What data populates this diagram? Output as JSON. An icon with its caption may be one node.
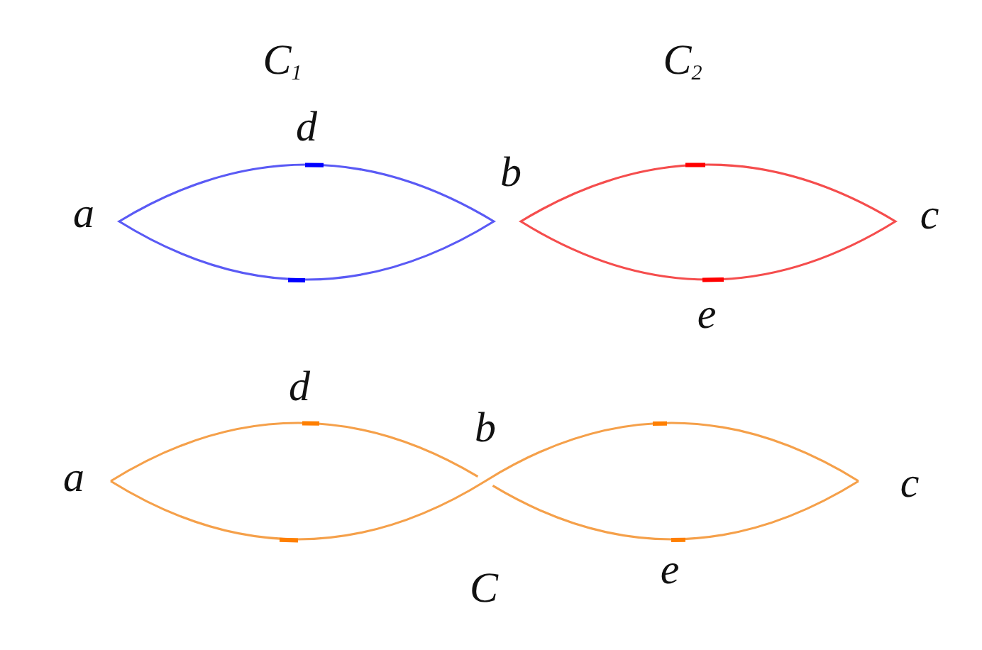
{
  "diagram": {
    "labels": [
      "C$_{1}$",
      "C$_{2}$",
      "d",
      "b",
      "a",
      "c",
      "e",
      "d",
      "b",
      "a",
      "c",
      "e",
      "C"
    ]
  }
}
